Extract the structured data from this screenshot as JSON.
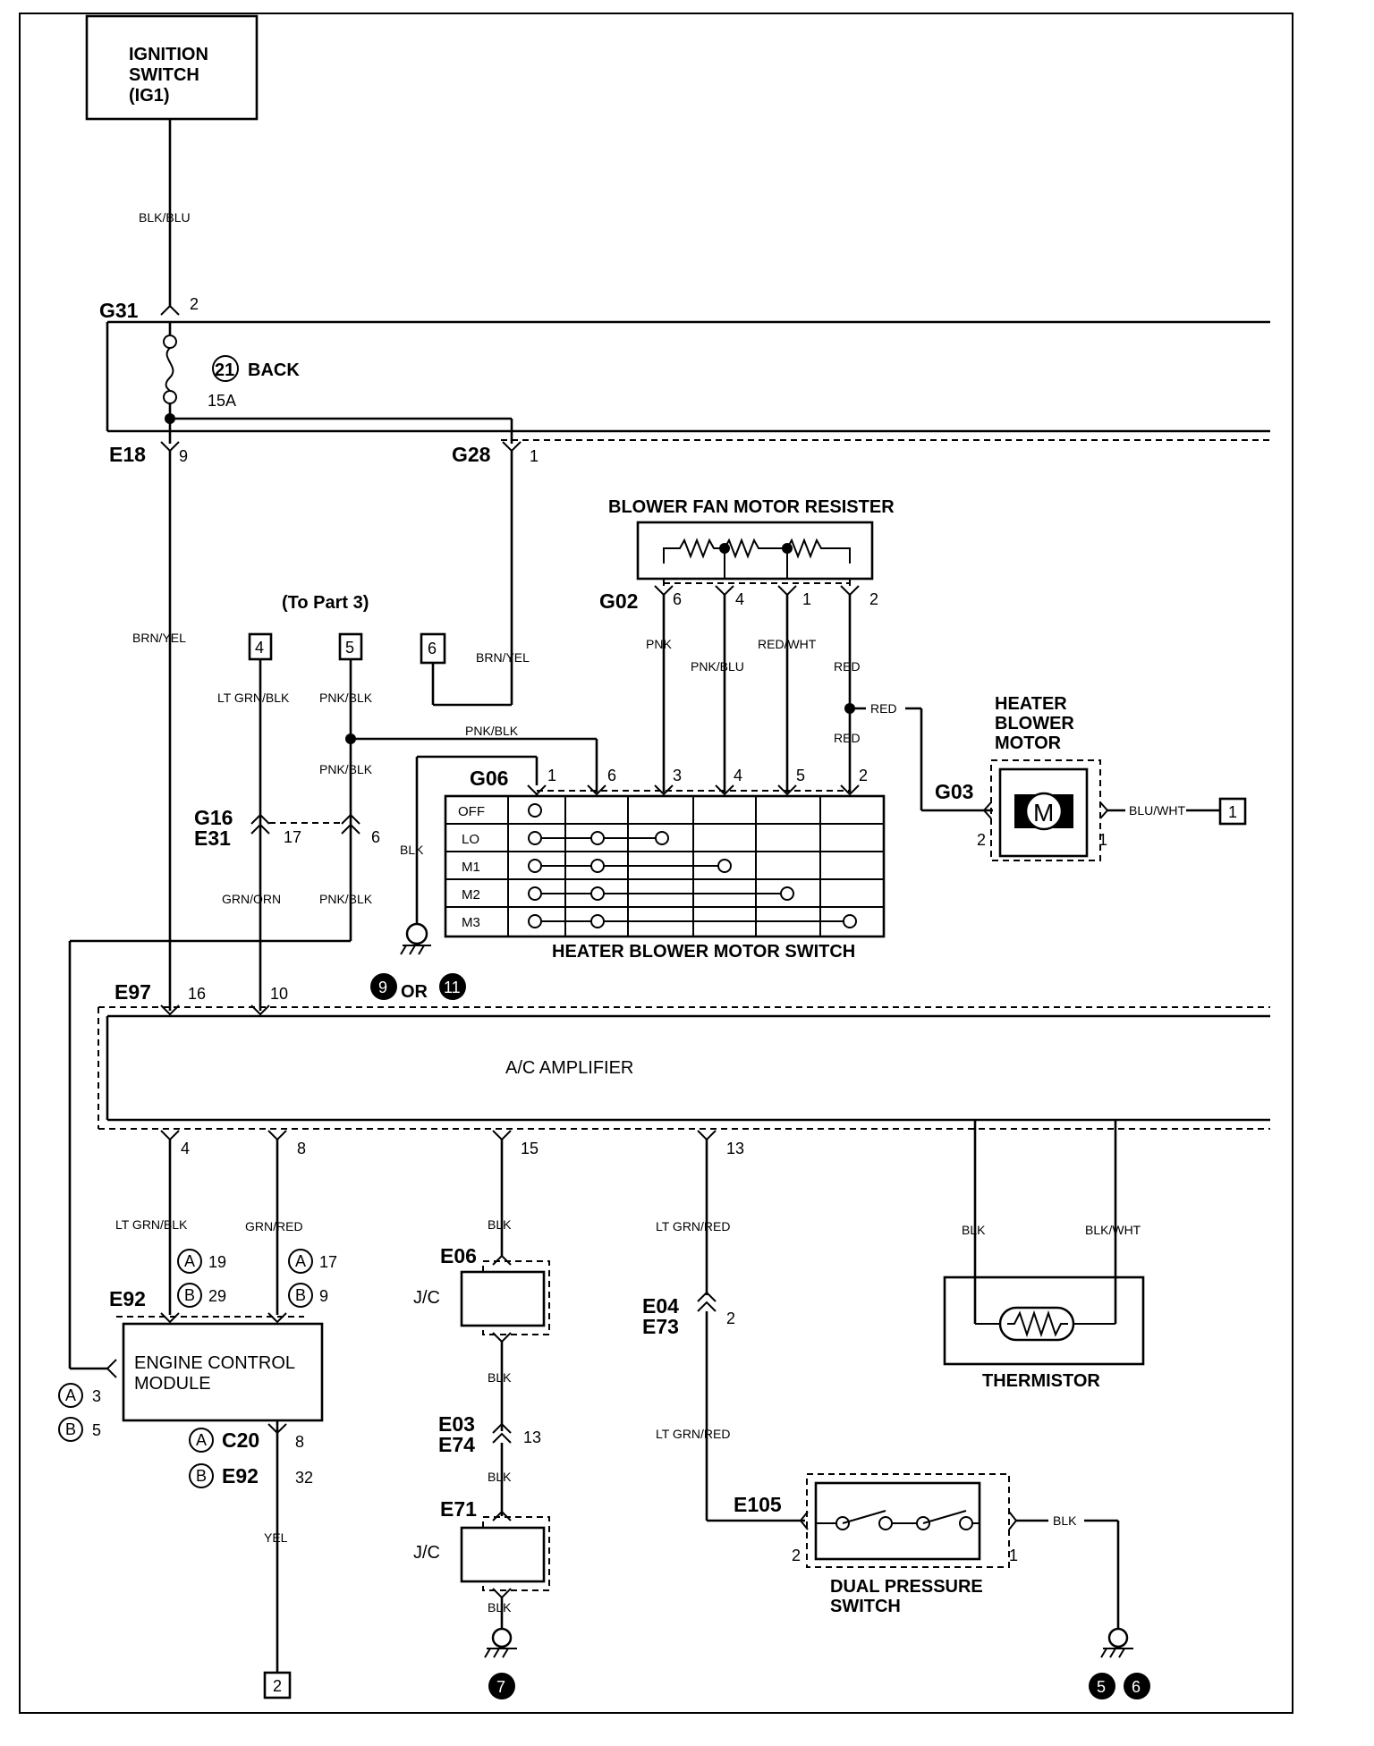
{
  "components": {
    "ignition_switch": [
      "IGNITION",
      "SWITCH",
      "(IG1)"
    ],
    "fuse": {
      "number": "21",
      "name": "BACK",
      "rating": "15A"
    },
    "resister": "BLOWER FAN MOTOR RESISTER",
    "heater_motor": [
      "HEATER",
      "BLOWER",
      "MOTOR"
    ],
    "motor_symbol": "M",
    "switch": "HEATER BLOWER MOTOR SWITCH",
    "amplifier": "A/C AMPLIFIER",
    "ecm": [
      "ENGINE CONTROL",
      "MODULE"
    ],
    "jc": "J/C",
    "thermistor": "THERMISTOR",
    "dual_pressure": [
      "DUAL PRESSURE",
      "SWITCH"
    ],
    "to_part": "(To Part 3)"
  },
  "switch_positions": [
    "OFF",
    "LO",
    "M1",
    "M2",
    "M3"
  ],
  "connectors": {
    "G31": "G31",
    "E18": "E18",
    "G28": "G28",
    "G02": "G02",
    "G06": "G06",
    "G03": "G03",
    "G16": "G16",
    "E31": "E31",
    "E97": "E97",
    "E92": "E92",
    "C20": "C20",
    "E06": "E06",
    "E04": "E04",
    "E73": "E73",
    "E03": "E03",
    "E74": "E74",
    "E71": "E71",
    "E105": "E105"
  },
  "pins": {
    "g31": "2",
    "e18": "9",
    "g28": "1",
    "g02_6": "6",
    "g02_4": "4",
    "g02_1": "1",
    "g02_2": "2",
    "g06_1": "1",
    "g06_6": "6",
    "g06_3": "3",
    "g06_4": "4",
    "g06_5": "5",
    "g06_2": "2",
    "g03_2": "2",
    "g03_1": "1",
    "e31_17": "17",
    "e31_6": "6",
    "e97_16": "16",
    "e97_10": "10",
    "amp_4": "4",
    "amp_8": "8",
    "amp_15": "15",
    "amp_13": "13",
    "ecm_a19": "19",
    "ecm_b29": "29",
    "ecm_a17": "17",
    "ecm_b9": "9",
    "ecm_a3": "3",
    "ecm_b5": "5",
    "ecm_8": "8",
    "ecm_32": "32",
    "e74_13": "13",
    "e73_2": "2",
    "e105_2": "2",
    "e105_1": "1"
  },
  "circle_letters": {
    "a": "A",
    "b": "B"
  },
  "wires": {
    "blk_blu": "BLK/BLU",
    "brn_yel": "BRN/YEL",
    "brn_yel2": "BRN/YEL",
    "lt_grn_blk": "LT GRN/BLK",
    "pnk_blk": "PNK/BLK",
    "pnk_blk_h": "PNK/BLK",
    "pnk_blk2": "PNK/BLK",
    "pnk_blk3": "PNK/BLK",
    "grn_orn": "GRN/ORN",
    "pnk": "PNK",
    "pnk_blu": "PNK/BLU",
    "red_wht": "RED/WHT",
    "red1": "RED",
    "red2": "RED",
    "red3": "RED",
    "blu_wht": "BLU/WHT",
    "blk_sw": "BLK",
    "lt_grn_blk2": "LT GRN/BLK",
    "grn_red": "GRN/RED",
    "yel": "YEL",
    "blk1": "BLK",
    "blk2": "BLK",
    "blk3": "BLK",
    "blk4": "BLK",
    "lt_grn_red1": "LT GRN/RED",
    "lt_grn_red2": "LT GRN/RED",
    "blk_th": "BLK",
    "blk_wht": "BLK/WHT",
    "blk_ps": "BLK"
  },
  "terminals": {
    "t4": "4",
    "t5": "5",
    "t6": "6",
    "t1": "1",
    "t2": "2"
  },
  "grounds": {
    "g9": "9",
    "or": "OR",
    "g11": "11",
    "g7": "7",
    "g5": "5",
    "g6": "6"
  }
}
